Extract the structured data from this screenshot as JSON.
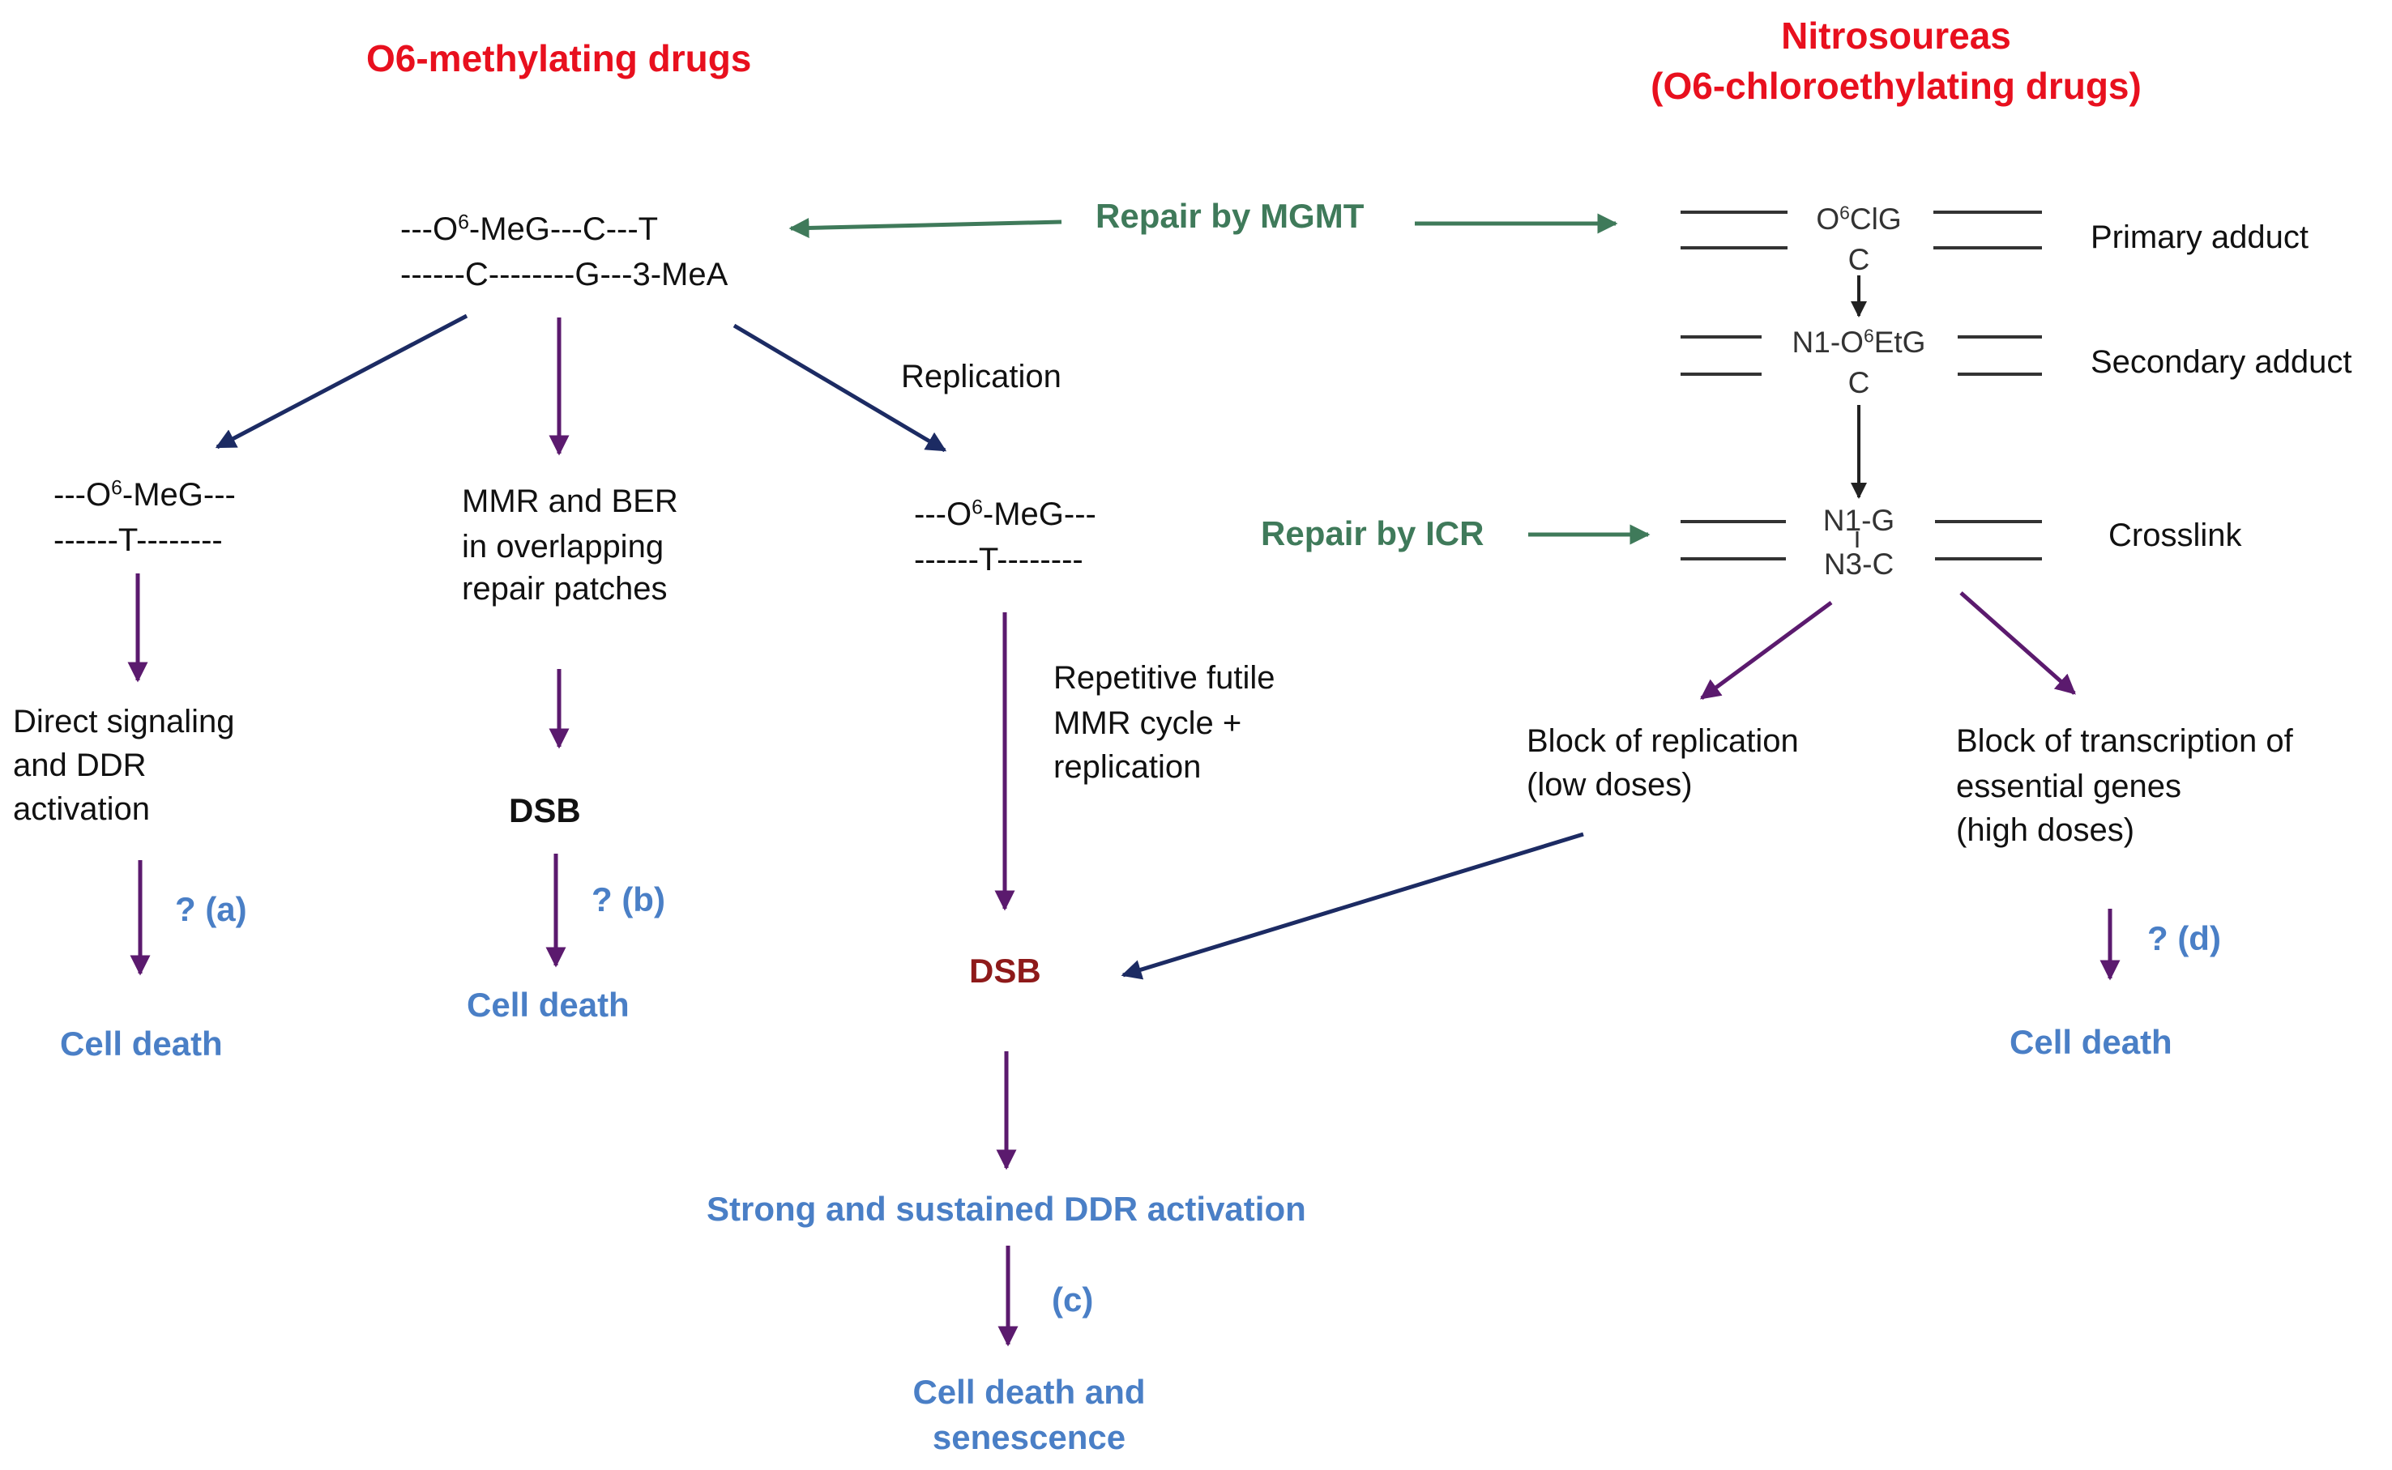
{
  "left": {
    "title": "O6-methylating drugs",
    "dna": {
      "l1a": "---O",
      "l1sup": "6",
      "l1b": "-MeG---C---T",
      "l2": "------C--------G---3-MeA"
    },
    "branch_a": {
      "dna_l1a": "---O",
      "dna_l1sup": "6",
      "dna_l1b": "-MeG---",
      "dna_l2": "------T--------",
      "text_lines": [
        "Direct signaling",
        "and DDR",
        "activation"
      ],
      "q": "? (a)",
      "death": "Cell death"
    },
    "branch_b": {
      "text_lines": [
        "MMR and BER",
        "in overlapping",
        "repair patches"
      ],
      "dsb": "DSB",
      "q": "? (b)",
      "death": "Cell death"
    },
    "branch_c": {
      "replication": "Replication",
      "dna_l1a": "---O",
      "dna_l1sup": "6",
      "dna_l1b": "-MeG---",
      "dna_l2": "------T--------",
      "text_lines": [
        "Repetitive futile",
        "MMR cycle +",
        "replication"
      ],
      "dsb": "DSB",
      "ddr": "Strong and sustained DDR activation",
      "c": "(c)",
      "death_lines": [
        "Cell death and",
        "senescence"
      ]
    }
  },
  "center": {
    "repair_mgmt": "Repair by MGMT",
    "repair_icr": "Repair by ICR"
  },
  "right": {
    "title_lines": [
      "Nitrosoureas",
      "(O6-chloroethylating drugs)"
    ],
    "primary": {
      "top_a": "O",
      "top_sup": "6",
      "top_b": "ClG",
      "bottom": "C",
      "label": "Primary adduct"
    },
    "secondary": {
      "top_a": "N1-O",
      "top_sup": "6",
      "top_b": "EtG",
      "bottom": "C",
      "label": "Secondary adduct"
    },
    "crosslink": {
      "top": "N1-G",
      "bottom": "N3-C",
      "label": "Crosslink"
    },
    "block_replication_lines": [
      "Block of replication",
      "(low doses)"
    ],
    "block_transcription_lines": [
      "Block of transcription of",
      "essential genes",
      "(high doses)"
    ],
    "q": "? (d)",
    "death": "Cell death"
  },
  "colors": {
    "title_red": "#e8101e",
    "green": "#3f7a5a",
    "blue": "#4a7fc6",
    "dsb_red": "#8e1a1a",
    "purple_arrow": "#5b1a6e",
    "navy_arrow": "#1c2b63"
  }
}
